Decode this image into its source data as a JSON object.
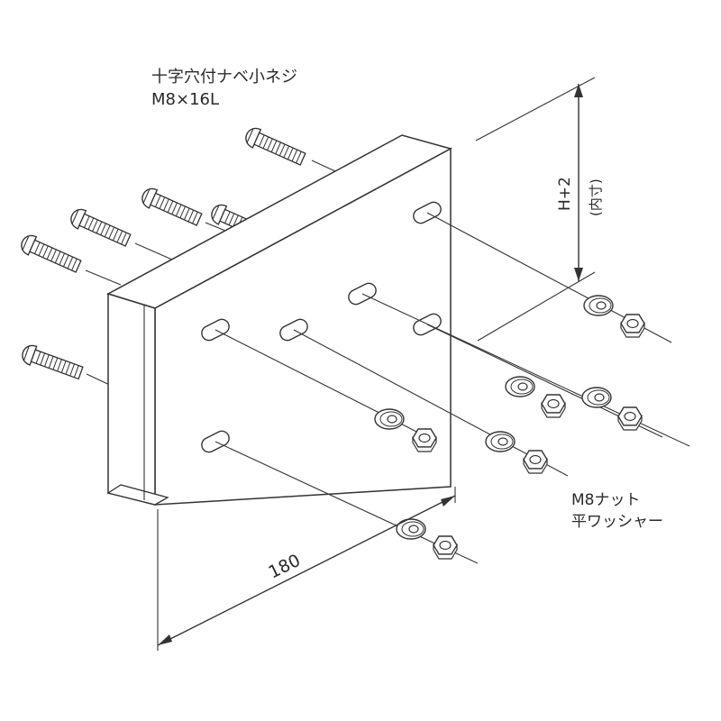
{
  "labels": {
    "screw_name": "十字穴付ナベ小ネジ",
    "screw_size": "M8×16L",
    "nut_name": "M8ナット",
    "washer_name": "平ワッシャー",
    "width_dim": "180",
    "height_dim": "H+2",
    "height_note": "(内寸)"
  },
  "colors": {
    "line": "#333333",
    "text": "#2a2a2a",
    "background": "#ffffff"
  }
}
